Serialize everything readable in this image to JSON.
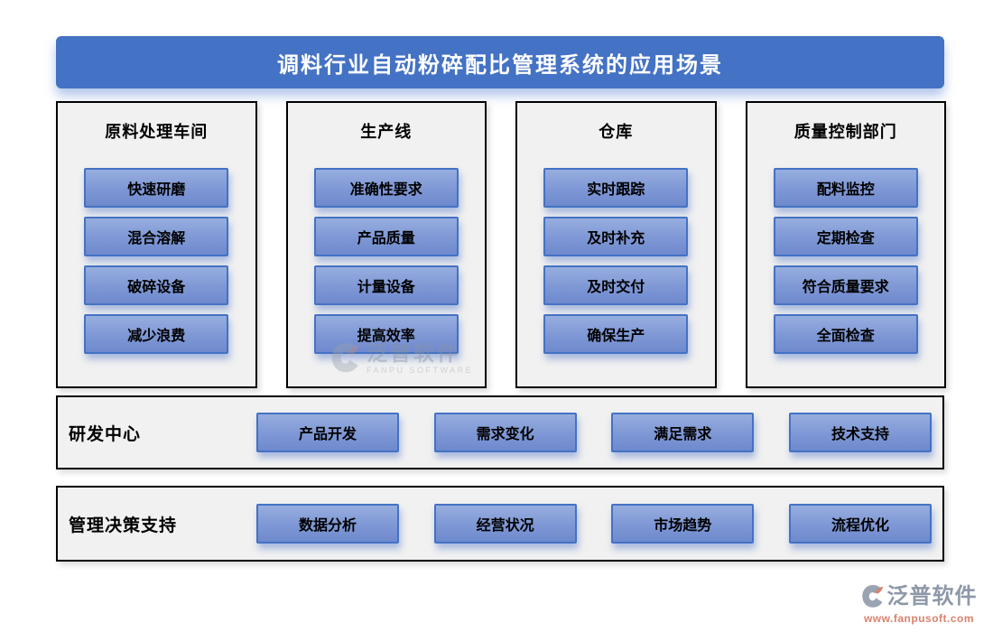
{
  "title": "调料行业自动粉碎配比管理系统的应用场景",
  "columns": [
    {
      "header": "原料处理车间",
      "items": [
        "快速研磨",
        "混合溶解",
        "破碎设备",
        "减少浪费"
      ]
    },
    {
      "header": "生产线",
      "items": [
        "准确性要求",
        "产品质量",
        "计量设备",
        "提高效率"
      ]
    },
    {
      "header": "仓库",
      "items": [
        "实时跟踪",
        "及时补充",
        "及时交付",
        "确保生产"
      ]
    },
    {
      "header": "质量控制部门",
      "items": [
        "配料监控",
        "定期检查",
        "符合质量要求",
        "全面检查"
      ]
    }
  ],
  "rows": [
    {
      "label": "研发中心",
      "items": [
        "产品开发",
        "需求变化",
        "满足需求",
        "技术支持"
      ]
    },
    {
      "label": "管理决策支持",
      "items": [
        "数据分析",
        "经营状况",
        "市场趋势",
        "流程优化"
      ]
    }
  ],
  "watermark": {
    "name": "泛普软件",
    "subtitle": "FANPU SOFTWARE"
  },
  "logo": {
    "name": "泛普软件",
    "url": "www.fanpusoft.com"
  },
  "colors": {
    "banner_blue": "#4472C4",
    "button_gradient_top": "#97AEDF",
    "button_gradient_bottom": "#6E89CD",
    "button_border": "#4472C4",
    "panel_bg": "#F1F1F1",
    "panel_border": "#000000",
    "logo_gray": "#8E98A8",
    "logo_orange": "#D9826E"
  }
}
